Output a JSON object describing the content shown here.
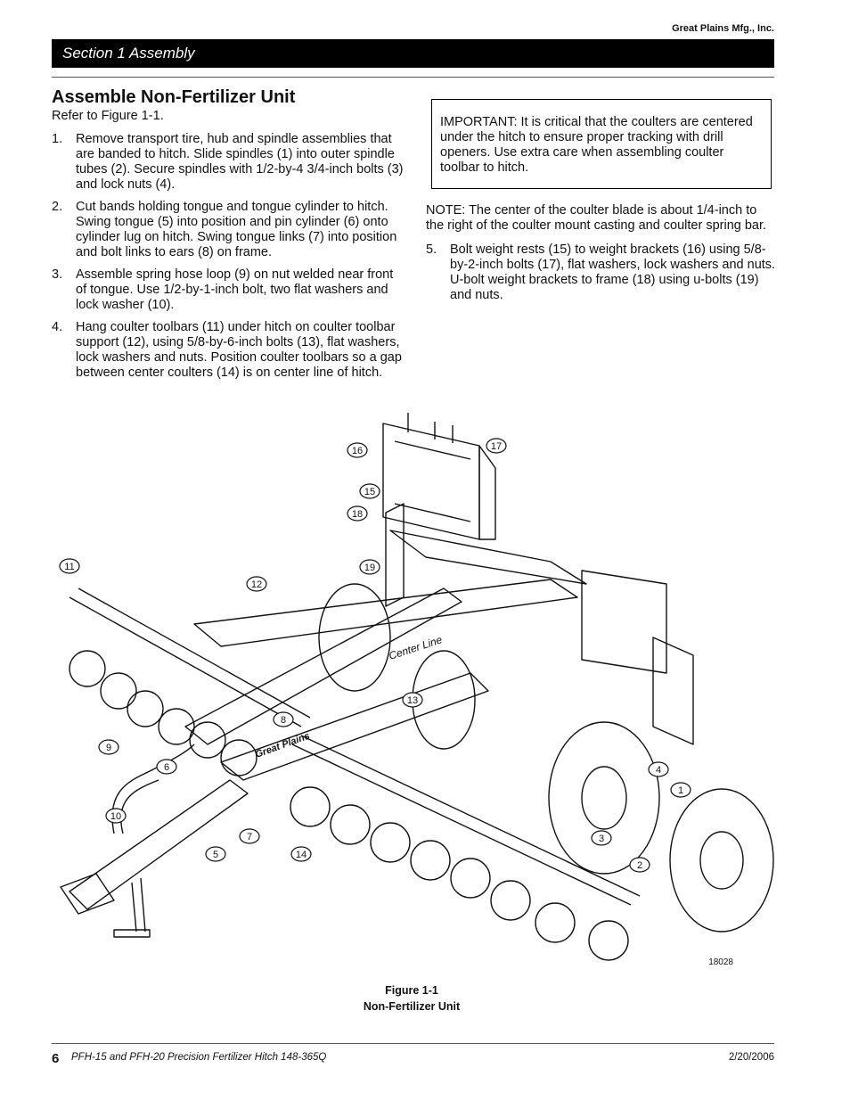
{
  "header": {
    "company": "Great Plains Mfg., Inc.",
    "section": "Section 1 Assembly"
  },
  "main": {
    "title": "Assemble Non-Fertilizer Unit",
    "intro": "Refer to Figure 1-1.",
    "steps_left": [
      {
        "num": "1.",
        "text": "Remove transport tire, hub and spindle assemblies that are banded to hitch. Slide spindles (1) into outer spindle tubes (2). Secure spindles with 1/2-by-4 3/4-inch bolts (3) and lock nuts (4)."
      },
      {
        "num": "2.",
        "text": "Cut bands holding tongue and tongue cylinder to hitch. Swing tongue (5) into position and pin cylinder (6) onto cylinder lug on hitch. Swing tongue links (7) into position and bolt links to ears (8) on frame."
      },
      {
        "num": "3.",
        "text": "Assemble spring hose loop (9) on nut welded near front of tongue. Use 1/2-by-1-inch bolt, two flat washers and lock washer (10)."
      },
      {
        "num": "4.",
        "text": "Hang coulter toolbars (11) under hitch on coulter toolbar support (12), using 5/8-by-6-inch bolts (13), flat washers, lock washers and nuts. Position coulter toolbars so a gap between center coulters (14) is on center line of hitch."
      }
    ],
    "important": "IMPORTANT: It is critical that the coulters are centered under the hitch to ensure proper tracking with drill openers. Use extra care when assembling coulter toolbar to hitch.",
    "note": "NOTE: The center of the coulter blade is about 1/4-inch to the right of the coulter mount casting and coulter spring bar.",
    "steps_right": [
      {
        "num": "5.",
        "text": "Bolt weight rests (15) to weight brackets (16) using 5/8-by-2-inch bolts (17), flat washers, lock washers and nuts. U-bolt weight brackets to frame (18) using u-bolts (19) and nuts."
      }
    ]
  },
  "figure": {
    "drawing_number": "18028",
    "center_line_label": "Center Line",
    "brand_label": "Great Plains",
    "callouts": [
      "1",
      "2",
      "3",
      "4",
      "5",
      "6",
      "7",
      "8",
      "9",
      "10",
      "11",
      "12",
      "13",
      "14",
      "15",
      "16",
      "17",
      "18",
      "19"
    ],
    "caption_number": "Figure 1-1",
    "caption_title": "Non-Fertilizer Unit"
  },
  "footer": {
    "page_number": "6",
    "document_title": "PFH-15 and PFH-20 Precision Fertilizer Hitch   148-365Q",
    "date": "2/20/2006"
  }
}
